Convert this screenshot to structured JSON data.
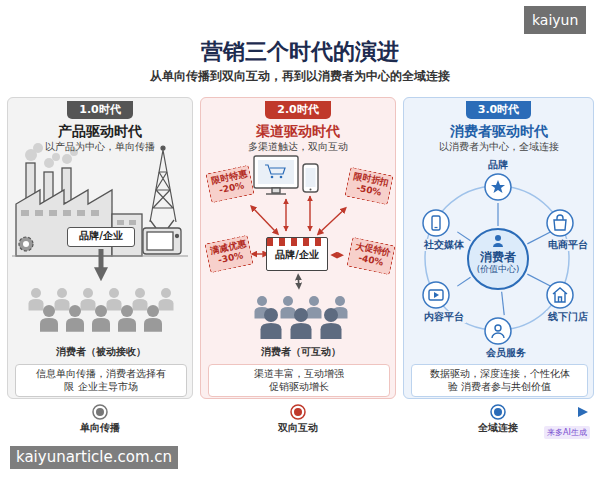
{
  "diagram": {
    "title": "营销三个时代的演进",
    "nodes": [
      {
        "text": [
          "1.0时代",
          "产品驱动时代",
          "以产品为中心，单向传播"
        ]
      },
      {
        "text": [
          "品牌/企业"
        ],
        "in": 0
      },
      {
        "text": [
          "消费者（被动接收）"
        ],
        "in": 0
      },
      {
        "text": [
          "信息单向传播，消费者选择有限 企业主导市场"
        ],
        "in": 0
      },
      {
        "text": [
          "2.0时代",
          "渠道驱动时代",
          "多渠道触达，双向互动"
        ]
      },
      {
        "text": [
          "限时特惠 -20%"
        ],
        "in": 4
      },
      {
        "text": [
          "限时折扣 -50%"
        ],
        "in": 4
      },
      {
        "text": [
          "满减优惠 -30%"
        ],
        "in": 4
      },
      {
        "text": [
          "大促特价 -40%"
        ],
        "in": 4
      },
      {
        "text": [
          "品牌/企业"
        ],
        "in": 4
      },
      {
        "text": [
          "消费者（可互动）"
        ],
        "in": 4
      },
      {
        "text": [
          "渠道丰富，互动增强 促销驱动增长"
        ],
        "in": 4
      },
      {
        "text": [
          "3.0时代",
          "消费者驱动时代",
          "以消费者为中心，全域连接"
        ]
      },
      {
        "text": [
          "品牌"
        ],
        "in": 12
      },
      {
        "text": [
          "社交媒体"
        ],
        "in": 12
      },
      {
        "text": [
          "电商平台"
        ],
        "in": 12
      },
      {
        "text": [
          "消费者",
          "(价值中心)"
        ],
        "in": 12
      },
      {
        "text": [
          "内容平台"
        ],
        "in": 12
      },
      {
        "text": [
          "线下门店"
        ],
        "in": 12
      },
      {
        "text": [
          "会员服务"
        ],
        "in": 12
      },
      {
        "text": [
          "数据驱动，深度连接，个性化体验 消费者参与共创价值"
        ],
        "in": 12
      }
    ],
    "edges": [
      {
        "from": 1,
        "to": 2,
        "arrow": "to"
      },
      {
        "from": 9,
        "to": 5,
        "arrow": "both"
      },
      {
        "from": 9,
        "to": 6,
        "arrow": "both"
      },
      {
        "from": 9,
        "to": 7,
        "arrow": "both"
      },
      {
        "from": 9,
        "to": 8,
        "arrow": "both"
      },
      {
        "from": 9,
        "to": 10,
        "arrow": "both"
      },
      {
        "from": 16,
        "to": 13,
        "arrow": "none"
      },
      {
        "from": 16,
        "to": 14,
        "arrow": "none"
      },
      {
        "from": 16,
        "to": 15,
        "arrow": "none"
      },
      {
        "from": 16,
        "to": 17,
        "arrow": "none"
      },
      {
        "from": 16,
        "to": 18,
        "arrow": "none"
      },
      {
        "from": 16,
        "to": 19,
        "arrow": "none"
      }
    ],
    "labels": [
      "从单向传播到双向互动，再到以消费者为中心的全域连接",
      "单向传播",
      "双向互动",
      "全域连接",
      "kaiyun",
      "kaiyunarticle.com.cn",
      "来多AI生成"
    ]
  }
}
